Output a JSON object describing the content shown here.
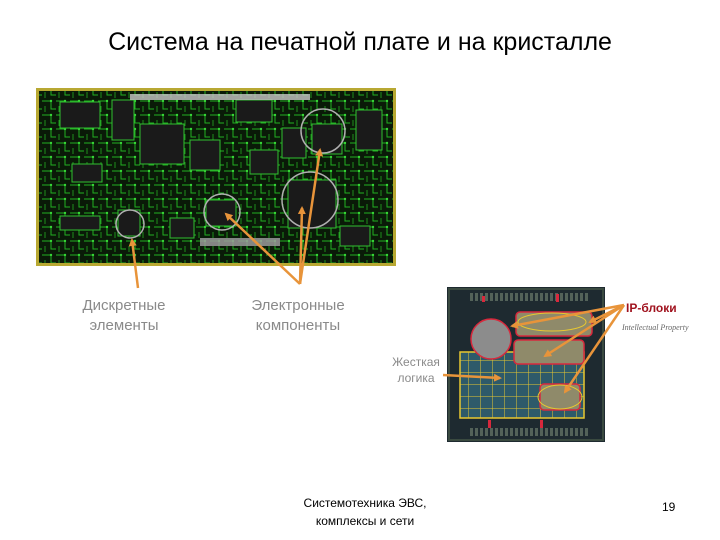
{
  "slide": {
    "title": "Система на печатной плате и на кристалле",
    "labels": {
      "discrete_line1": "Дискретные",
      "discrete_line2": "элементы",
      "electronic_line1": "Электронные",
      "electronic_line2": "компоненты",
      "hard_logic_line1": "Жесткая",
      "hard_logic_line2": "логика",
      "ip_blocks": "IP-блоки",
      "ip_subtitle": "Intellectual Property"
    },
    "footer": {
      "line1": "Системотехника ЭВС,",
      "line2": "комплексы и сети"
    },
    "page_number": "19"
  },
  "colors": {
    "pcb_background": "#0a1a08",
    "pcb_trace": "#25c425",
    "pcb_frame": "#b8a832",
    "arrow_orange": "#e8943a",
    "chip_die": "#1e2a30",
    "ip_block_fill": "#8f8a6a",
    "ip_block_outline": "#d8283c",
    "hard_logic_grid": "#e8c830",
    "ip_label": "#a0121e"
  }
}
